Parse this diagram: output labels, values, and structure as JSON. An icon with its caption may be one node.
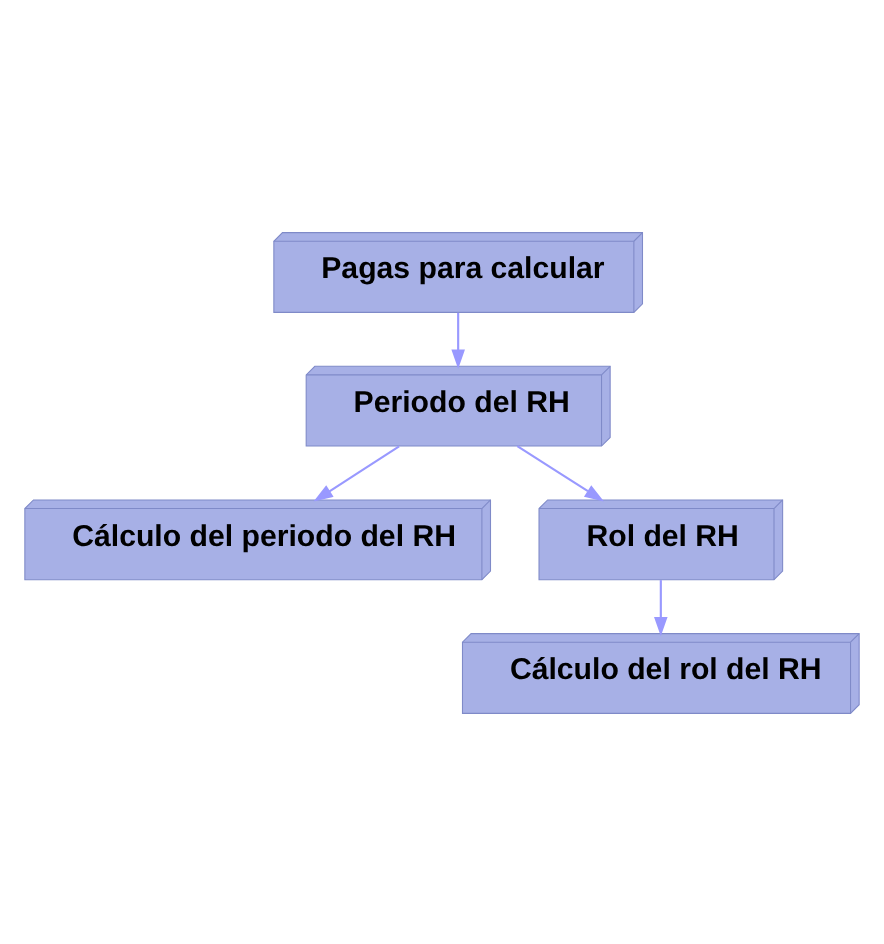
{
  "diagram": {
    "nodes": [
      {
        "text": [
          "Pagas para calcular"
        ]
      },
      {
        "text": [
          "Periodo del RH"
        ]
      },
      {
        "text": [
          "Cálculo del periodo del RH"
        ]
      },
      {
        "text": [
          "Rol del RH"
        ]
      },
      {
        "text": [
          "Cálculo del rol del RH"
        ]
      }
    ],
    "edges": [
      {
        "from": 0,
        "to": 1,
        "arrow": "to"
      },
      {
        "from": 1,
        "to": 2,
        "arrow": "to"
      },
      {
        "from": 1,
        "to": 3,
        "arrow": "to"
      },
      {
        "from": 3,
        "to": 4,
        "arrow": "to"
      }
    ]
  }
}
